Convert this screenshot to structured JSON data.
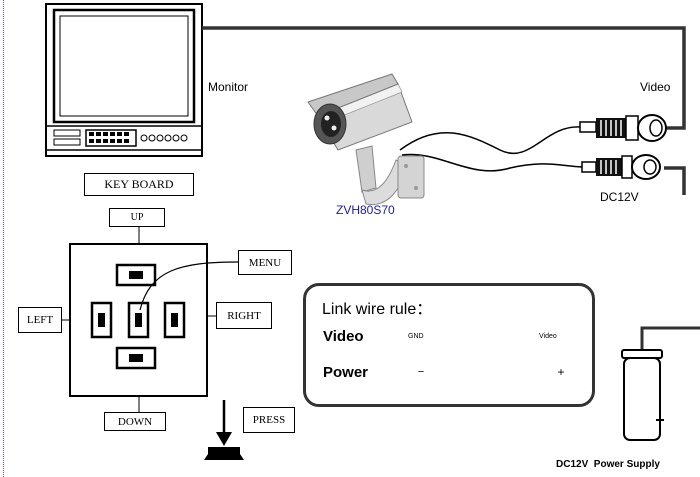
{
  "labels": {
    "monitor": "Monitor",
    "video": "Video",
    "dc12v": "DC12V",
    "camera_model": "ZVH80S70",
    "power_supply": "DC12V  Power Supply"
  },
  "keyboard": {
    "title": "KEY BOARD",
    "up": "UP",
    "down": "DOWN",
    "left": "LEFT",
    "right": "RIGHT",
    "menu": "MENU",
    "press": "PRESS"
  },
  "rule": {
    "title": "Link wire rule：",
    "video_label": "Video",
    "power_label": "Power",
    "gnd": "GND",
    "video_end": "Video",
    "minus": "−",
    "plus": "+"
  },
  "colors": {
    "camera_model": "#1a1aa8",
    "dotted_border": "#b04a4a"
  }
}
